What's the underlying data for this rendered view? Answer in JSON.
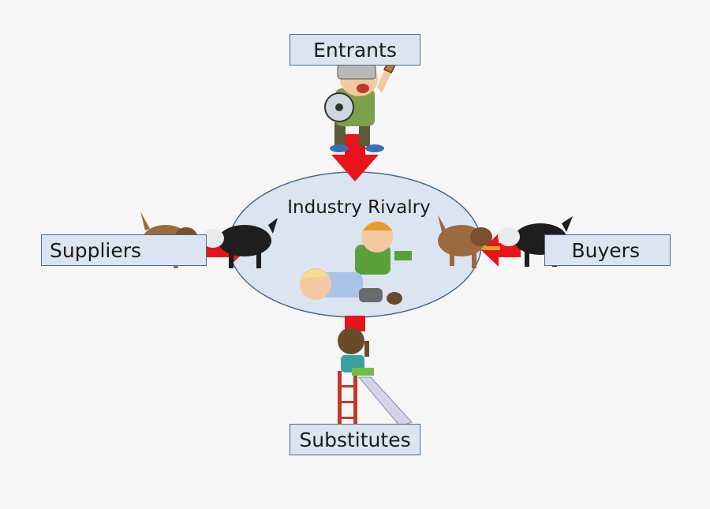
{
  "diagram": {
    "center_label": "Industry Rivalry",
    "forces": {
      "top": "Entrants",
      "left": "Suppliers",
      "right": "Buyers",
      "bottom": "Substitutes"
    },
    "colors": {
      "background": "#f6f6f6",
      "box_fill": "#dbe5f1",
      "ellipse_fill": "#dbe5f1",
      "arrow": "#e8131b"
    }
  }
}
